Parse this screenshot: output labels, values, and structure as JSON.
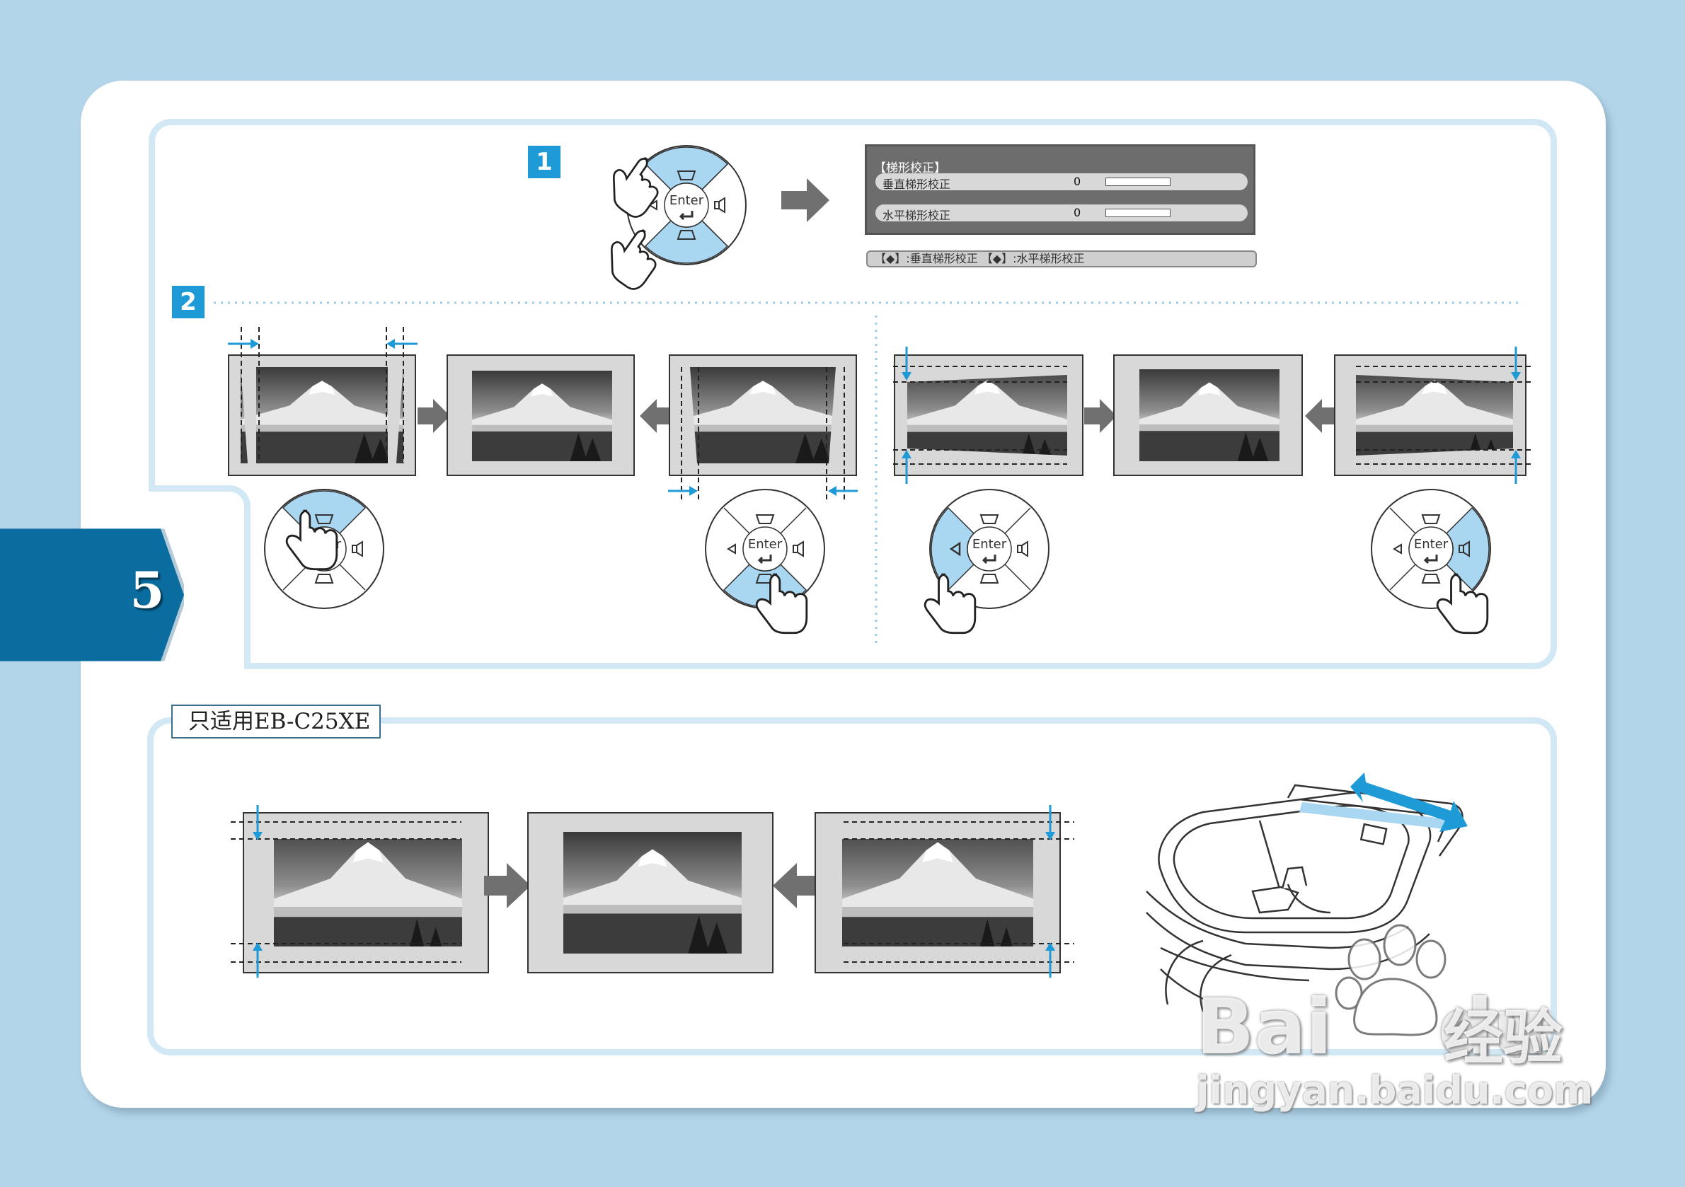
{
  "step_badges": [
    "1",
    "2"
  ],
  "section_number": "5",
  "model_label": "只适用EB-C25XE",
  "remote": {
    "enter_label": "Enter"
  },
  "osd": {
    "title": "【梯形校正】",
    "vertical_label": "垂直梯形校正",
    "horizontal_label": "水平梯形校正",
    "vertical_value": "0",
    "horizontal_value": "0",
    "hint": "【◆】:垂直梯形校正 【◆】:水平梯形校正"
  },
  "watermark": {
    "brand": "Bai",
    "brand2": "du",
    "cn": "经验",
    "url": "jingyan.baidu.com"
  },
  "colors": {
    "background": "#b3d5e9",
    "accent": "#1e9ad6",
    "frame": "#d2e8f5",
    "tab": "#0a6c9f",
    "highlight": "#a9d7f2",
    "arrow_gray": "#707070"
  }
}
